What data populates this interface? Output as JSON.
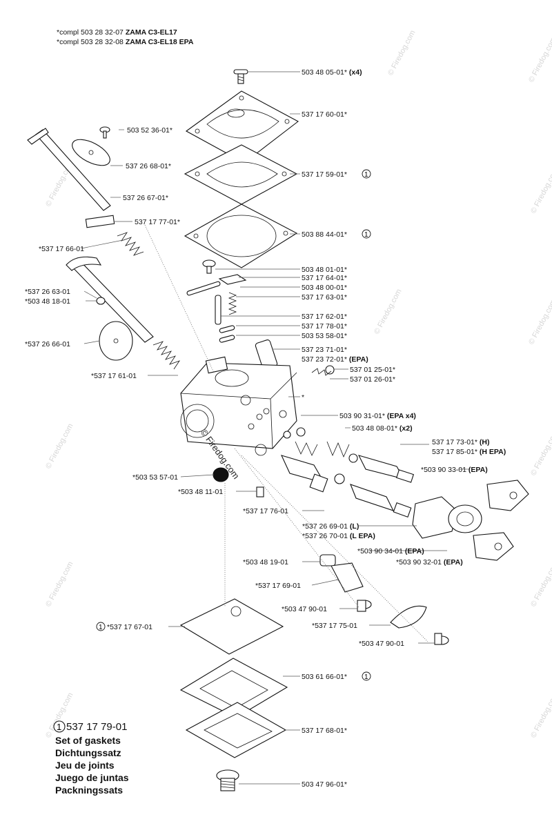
{
  "header": {
    "line1_prefix": "*compl 503 28 32-07 ",
    "line1_model": "ZAMA C3-EL17",
    "line2_prefix": "*compl 503 28 32-08 ",
    "line2_model": "ZAMA C3-EL18 EPA"
  },
  "watermark": {
    "text": "© Firedog.com",
    "center_stamp": "© Firedog.com"
  },
  "colors": {
    "ink": "#111111",
    "leader": "#555555",
    "watermark": "#d6d6d6"
  },
  "callout_symbol": "1",
  "labels": {
    "r01": "503 48 05-01*",
    "r01b": "(x4)",
    "r02": "537 17 60-01*",
    "r03": "537 17 59-01*",
    "r04": "503 88 44-01*",
    "r05": "503 48 01-01*",
    "r06": "537 17 64-01*",
    "r07": "503 48 00-01*",
    "r08": "537 17 63-01*",
    "r09": "537 17 62-01*",
    "r10": "537 17 78-01*",
    "r11": "503 53 58-01*",
    "r12": "537 23 71-01*",
    "r13": "537 23 72-01*",
    "r13b": "(EPA)",
    "r14": "537 01 25-01*",
    "r15": "537 01 26-01*",
    "r16": "*",
    "r17": "503 90 31-01*",
    "r17b": "(EPA x4)",
    "r18": "503 48 08-01*",
    "r18b": "(x2)",
    "r19": "537 17 73-01*",
    "r19b": "(H)",
    "r20": "537 17 85-01*",
    "r20b": "(H EPA)",
    "r21": "*503 90 33-01",
    "r21b": "(EPA)",
    "l01": "503 52 36-01*",
    "l02": "537 26 68-01*",
    "l03": "537 26 67-01*",
    "l04": "537 17 77-01*",
    "l05": "*537 17 66-01",
    "l06": "*537 26 63-01",
    "l07": "*503 48 18-01",
    "l08": "*537 26 66-01",
    "l09": "*537 17 61-01",
    "l10": "*503 53 57-01",
    "l11": "*503 48 11-01",
    "l12": "*537 17 76-01",
    "l13": "*537 26 69-01",
    "l13b": "(L)",
    "l14": "*537 26 70-01",
    "l14b": "(L EPA)",
    "l15": "*503 90 34-01",
    "l15b": "(EPA)",
    "l16": "*503 90 32-01",
    "l16b": "(EPA)",
    "l17": "*503 48 19-01",
    "l18": "*537 17 69-01",
    "l19": "*503 47 90-01",
    "l20": "*537 17 75-01",
    "l21": "*503 47 90-01",
    "l22": "*537 17 67-01",
    "b01": "503 61 66-01*",
    "b02": "537 17 68-01*",
    "b03": "503 47 96-01*"
  },
  "kit": {
    "number": "537 17 79-01",
    "lines": [
      "Set of gaskets",
      "Dichtungssatz",
      "Jeu de joints",
      "Juego de juntas",
      "Packningssats"
    ]
  }
}
